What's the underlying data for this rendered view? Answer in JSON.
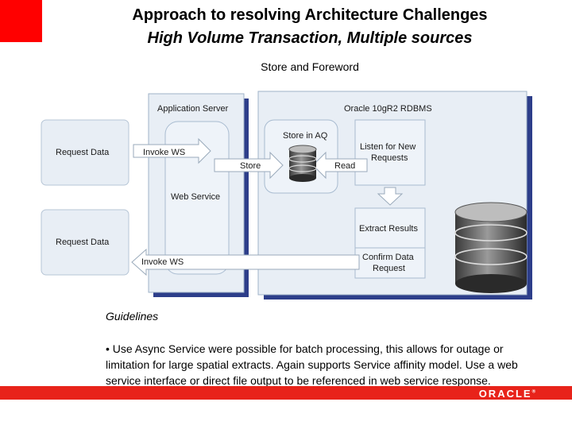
{
  "header": {
    "title_line1": "Approach to resolving Architecture Challenges",
    "title_line2": "High Volume Transaction, Multiple sources"
  },
  "diagram": {
    "caption": "Store and Foreword",
    "app_server": "Application Server",
    "web_service": "Web Service",
    "rdbms": "Oracle 10gR2 RDBMS",
    "request_data_1": "Request Data",
    "request_data_2": "Request Data",
    "invoke_ws_1": "Invoke WS",
    "invoke_ws_2": "Invoke WS",
    "store_in_aq": "Store in AQ",
    "store": "Store",
    "read": "Read",
    "listen_line1": "Listen for New",
    "listen_line2": "Requests",
    "extract_results": "Extract Results",
    "confirm_line1": "Confirm Data",
    "confirm_line2": "Request"
  },
  "guidelines": {
    "title": "Guidelines",
    "text": "• Use Async Service were possible for batch processing, this allows for outage or limitation for large spatial extracts. Again supports Service affinity model. Use a web service interface or direct file output to be referenced in web service response."
  },
  "footer": {
    "logo": "ORACLE"
  },
  "colors": {
    "accent": "#ff0000",
    "footer_bar": "#e8231a",
    "box_fill": "#e8eef5",
    "box_stroke": "#9fb3c8",
    "shadow": "#2d3e8a"
  }
}
